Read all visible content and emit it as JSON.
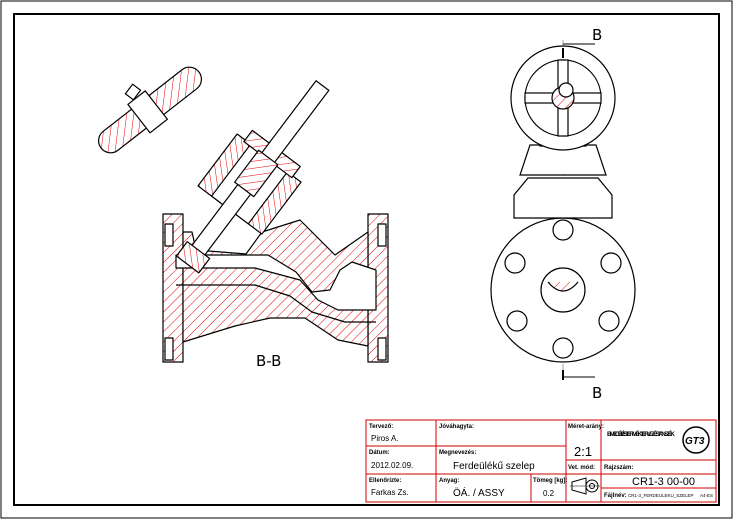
{
  "section_labels": {
    "top": "B",
    "bottom": "B",
    "view": "B-B"
  },
  "title_block": {
    "drawn_by_label": "Tervező:",
    "drawn_by": "Piros A.",
    "date_label": "Dátum:",
    "date": "2012.02.09.",
    "checked_label": "Ellenőrizte:",
    "checked": "Farkas Zs.",
    "approval_label": "Jóváhagyta:",
    "name_label": "Megnevezés:",
    "name": "Ferdeülékű szelep",
    "material_label": "Anyag:",
    "material": "ÖÁ. / ASSY",
    "mass_label": "Tömeg [kg]:",
    "mass": "0.2",
    "scale_label": "Méret-arány:",
    "scale": "2:1",
    "projection_label": "Vet. mód:",
    "institution": "BME GÉP. ÉS TERMÉKTERVEZÉS TANSZÉK",
    "logo_text": "GT3",
    "drawing_no_label": "Rajzszám:",
    "drawing_no": "CR1-3 00-00",
    "file_label": "Fájlnév:",
    "file": "CR1-3_FERDEULEKU_SZELEP",
    "sheet_size": "A4-ES"
  },
  "colors": {
    "hatch": "#e00000",
    "line": "#000000",
    "frame": "#000000",
    "tb_line": "#d00000"
  }
}
